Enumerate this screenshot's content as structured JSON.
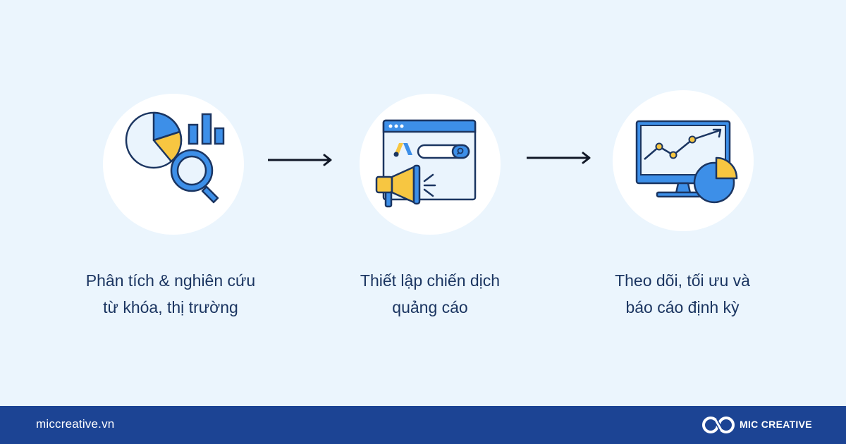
{
  "colors": {
    "background": "#ebf5fd",
    "circle": "#ffffff",
    "navy": "#1b3561",
    "blue": "#3d8fe8",
    "yellow": "#f7c641",
    "footer": "#1c4494"
  },
  "steps": [
    {
      "icon": "magnifier-analytics-icon",
      "line1": "Phân tích & nghiên cứu",
      "line2": "từ khóa, thị trường"
    },
    {
      "icon": "ads-campaign-icon",
      "line1": "Thiết lập chiến dịch",
      "line2": "quảng cáo"
    },
    {
      "icon": "monitor-report-icon",
      "line1": "Theo dõi, tối ưu và",
      "line2": "báo cáo định kỳ"
    }
  ],
  "arrows": [
    "right-arrow-icon",
    "right-arrow-icon"
  ],
  "footer": {
    "url": "miccreative.vn",
    "brand": "MIC CREATIVE",
    "logo_icon": "mic-creative-logo"
  }
}
